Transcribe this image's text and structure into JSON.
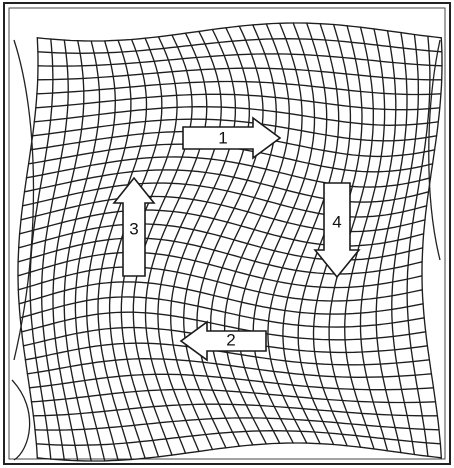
{
  "diagram": {
    "arrows": [
      {
        "id": "arrow-1",
        "label": "1",
        "direction": "right"
      },
      {
        "id": "arrow-2",
        "label": "2",
        "direction": "left"
      },
      {
        "id": "arrow-3",
        "label": "3",
        "direction": "up"
      },
      {
        "id": "arrow-4",
        "label": "4",
        "direction": "down"
      }
    ],
    "colors": {
      "stroke": "#1e1e1e",
      "frame": "#222222",
      "arrow_fill": "#ffffff",
      "background": "#ffffff"
    }
  }
}
